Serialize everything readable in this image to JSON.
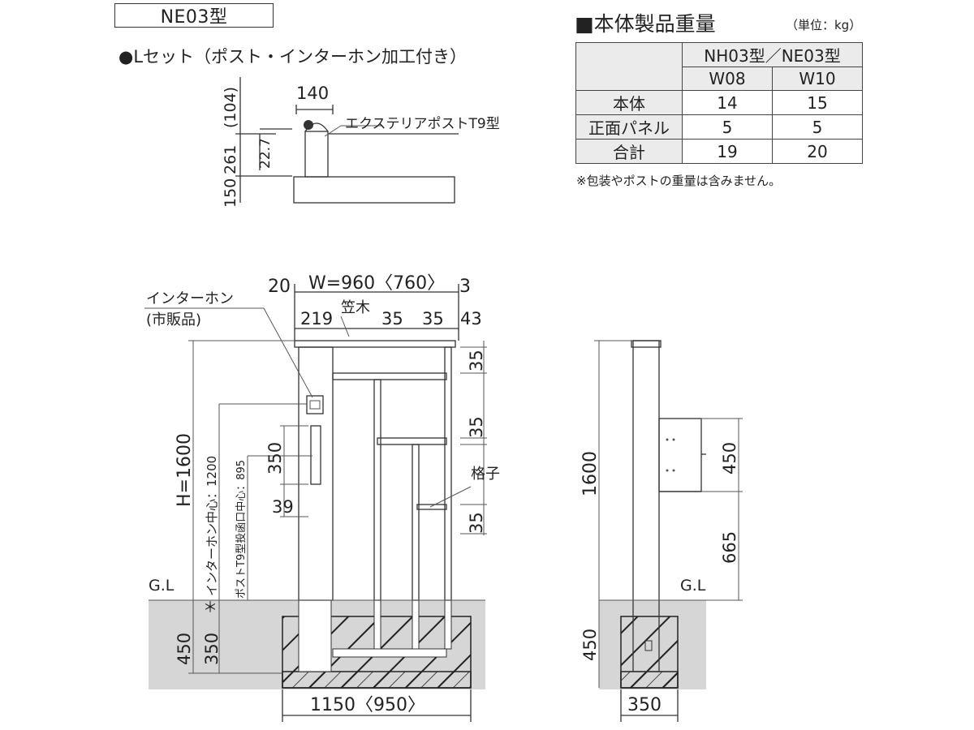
{
  "header": {
    "model": "NE03型",
    "set_title": "●Lセット（ポスト・インターホン加工付き）"
  },
  "top_drawing": {
    "dim_104": "(104)",
    "dim_261": "261",
    "dim_150": "150",
    "dim_140": "140",
    "dim_22_7": "22.7",
    "post_label": "エクステリアポストT9型"
  },
  "weight": {
    "title": "■本体製品重量",
    "unit": "（単位：kg）",
    "header_model": "NH03型／NE03型",
    "col_w08": "W08",
    "col_w10": "W10",
    "rows": [
      {
        "label": "本体",
        "w08": "14",
        "w10": "15"
      },
      {
        "label": "正面パネル",
        "w08": "5",
        "w10": "5"
      },
      {
        "label": "合計",
        "w08": "19",
        "w10": "20"
      }
    ],
    "note": "※包装やポストの重量は含みません。"
  },
  "front_view": {
    "intercom_line1": "インターホン",
    "intercom_line2": "(市販品)",
    "dim_20": "20",
    "dim_width": "W=960〈760〉",
    "dim_3": "3",
    "dim_219": "219",
    "kasagi": "笠木",
    "dim_35a": "35",
    "dim_35b": "35",
    "dim_43": "43",
    "dim_35_right1": "35",
    "dim_35_right2": "35",
    "dim_35_right3": "35",
    "koshi": "格子",
    "dim_height": "H=1600",
    "intercom_center": "インターホン中心：1200",
    "post_center": "ポストT9型投函口中心：895",
    "dim_350": "350",
    "dim_39": "39",
    "gl": "G.L",
    "dim_450": "450",
    "dim_350_base": "350",
    "asterisk": "＊",
    "dim_bottom": "1150〈950〉"
  },
  "side_view": {
    "dim_1600": "1600",
    "dim_450_upper": "450",
    "dim_665": "665",
    "gl": "G.L",
    "dim_450_lower": "450",
    "dim_350": "350"
  }
}
